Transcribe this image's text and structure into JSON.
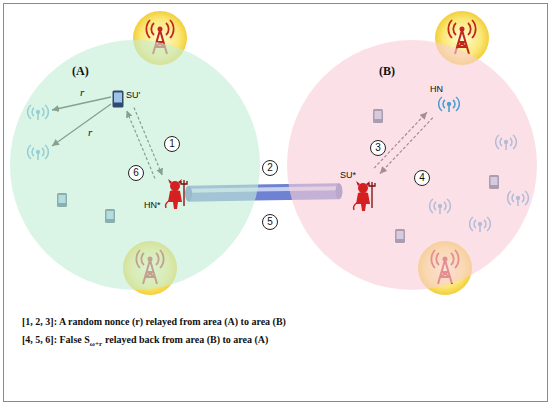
{
  "diagram": {
    "nodes": [
      {
        "text": [
          "(A)"
        ]
      },
      {
        "text": [
          "(B)"
        ]
      },
      {
        "text": [
          "SU'"
        ],
        "in": 0
      },
      {
        "text": [
          "HN*"
        ],
        "in": 0
      },
      {
        "text": [
          "1"
        ],
        "in": 0
      },
      {
        "text": [
          "6"
        ],
        "in": 0
      },
      {
        "text": [
          "2"
        ]
      },
      {
        "text": [
          "5"
        ]
      },
      {
        "text": [
          "SU*"
        ],
        "in": 1
      },
      {
        "text": [
          "HN"
        ],
        "in": 1
      },
      {
        "text": [
          "3"
        ],
        "in": 1
      },
      {
        "text": [
          "4"
        ],
        "in": 1
      }
    ],
    "edges": [
      {
        "from": 2,
        "to": 3,
        "arrow": "to"
      },
      {
        "from": 3,
        "to": 2,
        "arrow": "to"
      },
      {
        "from": 3,
        "to": 8,
        "arrow": "none"
      },
      {
        "from": 8,
        "to": 9,
        "arrow": "to"
      },
      {
        "from": 9,
        "to": 8,
        "arrow": "to"
      }
    ],
    "labels": [
      "r",
      "r",
      "[1, 2, 3]: A random nonce (r) relayed from area (A) to area (B)",
      "[4, 5, 6]: False S",
      "ω+r",
      "relayed back from area (B) to area (A)"
    ]
  }
}
